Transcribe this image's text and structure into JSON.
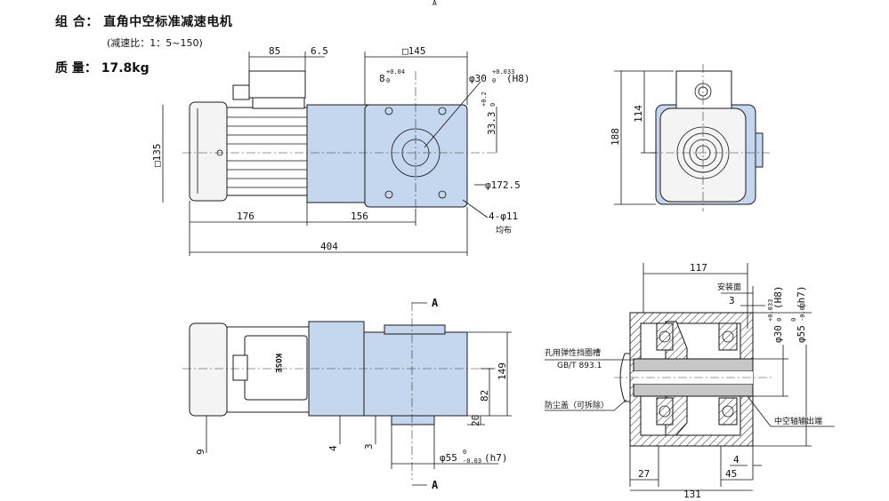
{
  "header": {
    "combination": "组 合： 直角中空标准减速电机",
    "ratio": "(减速比：1：5~150)",
    "mass": "质 量： 17.8kg"
  },
  "front_view": {
    "dim_85": "85",
    "dim_6_5": "6.5",
    "dim_sq145": "□145",
    "dim_8": "8",
    "dim_8_tol": "+0.04",
    "dim_8_tol_low": "0",
    "dim_phi30": "φ30",
    "dim_phi30_tol": "+0.033",
    "dim_phi30_low": "0",
    "dim_phi30_fit": "(H8)",
    "dim_33_3": "33.3",
    "dim_33_3_tol": "+0.2",
    "dim_33_3_low": "0",
    "dim_sq135": "□135",
    "dim_phi172": "φ172.5",
    "dim_176": "176",
    "dim_156": "156",
    "dim_holes": "4-φ11",
    "dim_holes_note": "均布",
    "dim_404": "404",
    "top_mark": "A"
  },
  "side_view": {
    "dim_114": "114",
    "dim_188": "188"
  },
  "bottom_view": {
    "section_a": "A",
    "dim_149": "149",
    "dim_82": "82",
    "dim_20": "20",
    "dim_9": "9",
    "dim_4": "4",
    "dim_3": "3",
    "dim_phi55": "φ55",
    "dim_phi55_tol": "0",
    "dim_phi55_low": "-0.03",
    "dim_phi55_fit": "(h7)",
    "brand": "KOSE"
  },
  "section_view": {
    "dim_117": "117",
    "mount_face": "安装面",
    "dim_3": "3",
    "dim_phi30": "φ30",
    "dim_phi30_tol": "+0.033",
    "dim_phi30_low": "0",
    "dim_phi30_fit": "(H8)",
    "dim_phi55": "φ55",
    "dim_phi55_tol": "0",
    "dim_phi55_low": "-0.03",
    "dim_phi55_fit": "(h7)",
    "circlip": "孔用弹性挡圈槽",
    "circlip_std": "GB/T 893.1",
    "dust_cover": "防尘盖（可拆除）",
    "output": "中空轴输出端",
    "dim_4": "4",
    "dim_27": "27",
    "dim_45": "45",
    "dim_131": "131"
  }
}
